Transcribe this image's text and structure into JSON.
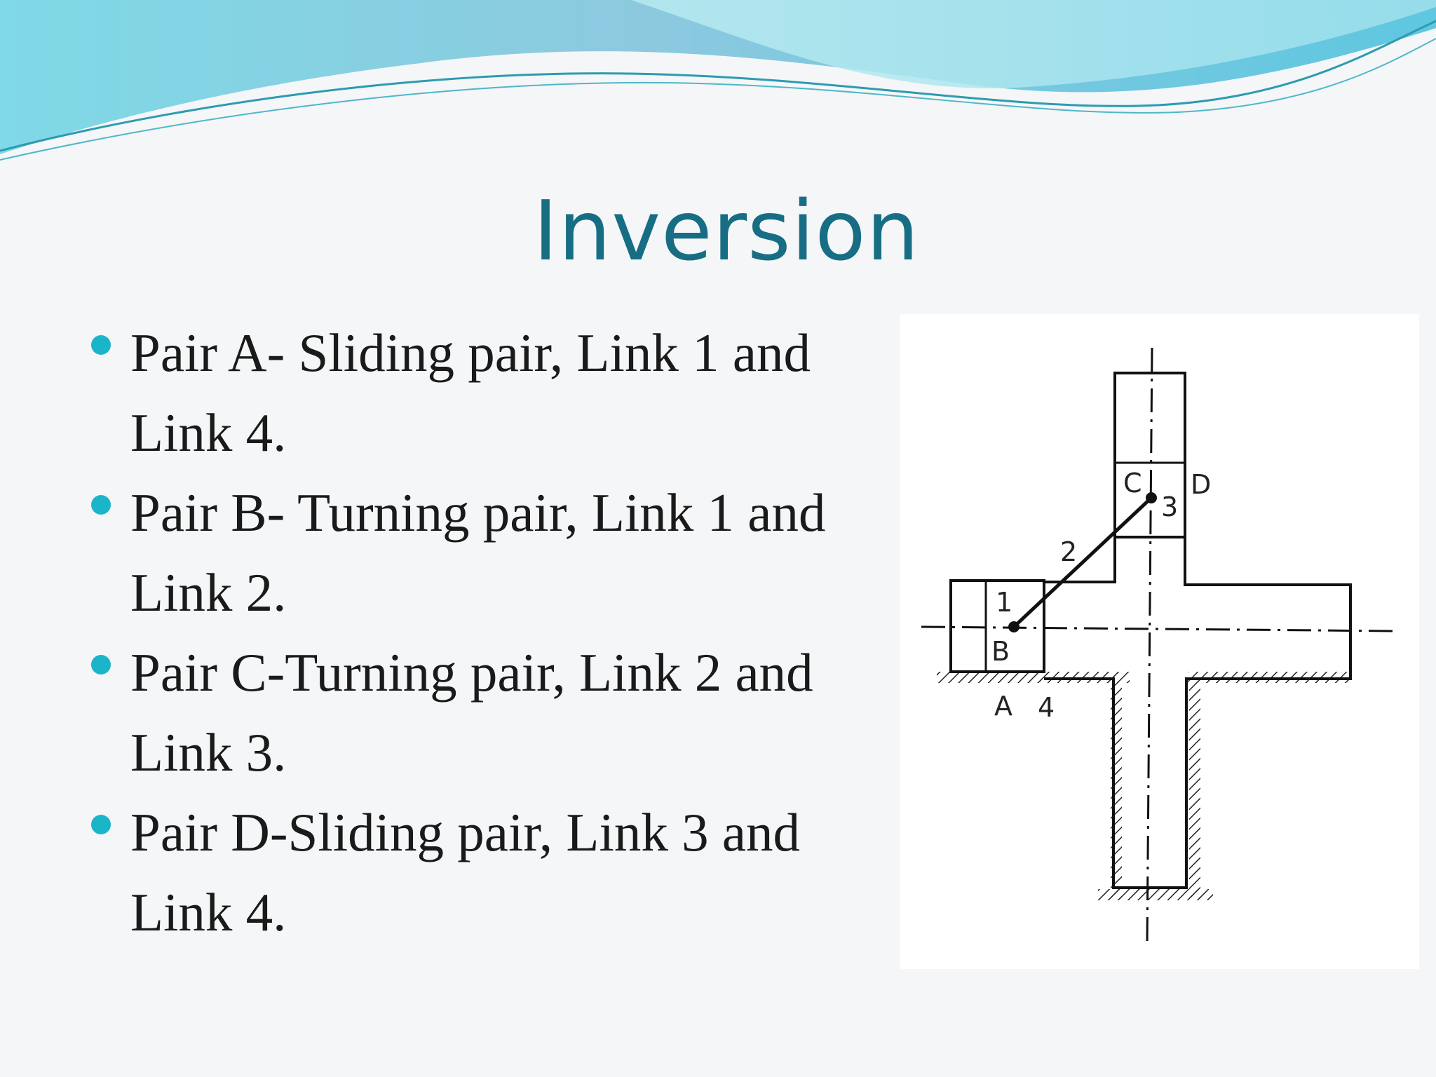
{
  "slide": {
    "title": "Inversion",
    "accent_color": "#1ab5c9",
    "title_color": "#176e84",
    "bullets": [
      {
        "icon": "bullet-dot-icon",
        "text": "Pair A- Sliding pair, Link 1 and Link 4."
      },
      {
        "icon": "bullet-dot-icon",
        "text": "Pair B- Turning pair, Link 1 and Link 2."
      },
      {
        "icon": "bullet-dot-icon",
        "text": " Pair C-Turning pair, Link 2 and Link 3."
      },
      {
        "icon": "bullet-dot-icon",
        "text": "Pair D-Sliding pair, Link 3 and Link 4."
      }
    ]
  },
  "figure": {
    "labels": {
      "A": "A",
      "B": "B",
      "C": "C",
      "D": "D",
      "link1": "1",
      "link2": "2",
      "link3": "3",
      "link4": "4"
    }
  }
}
